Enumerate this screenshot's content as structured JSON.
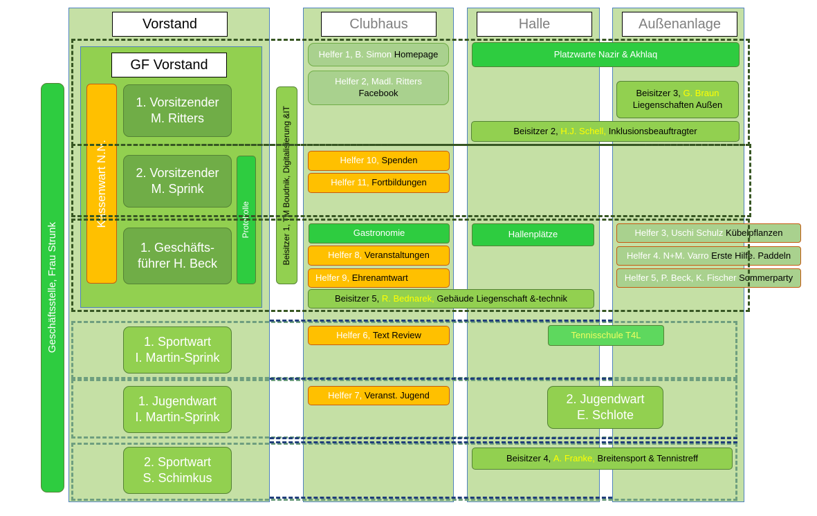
{
  "headers": {
    "vorstand": "Vorstand",
    "clubhaus": "Clubhaus",
    "halle": "Halle",
    "aussenanlage": "Außenanlage",
    "gf_vorstand": "GF Vorstand"
  },
  "vertical": {
    "geschaeftsstelle": "Geschäftsstelle, Frau Strunk",
    "kassenwart": "Kassenwart N.N.",
    "protokolle": "Protokolle",
    "beisitzer1": "Beisitzer 1, TM Boudnik, Digitalisierung &IT"
  },
  "vorstand_boxes": {
    "vorsitzender1_l1": "1. Vorsitzender",
    "vorsitzender1_l2": "M. Ritters",
    "vorsitzender2_l1": "2. Vorsitzender",
    "vorsitzender2_l2": "M. Sprink",
    "gf_l1": "1. Geschäfts-",
    "gf_l2": "führer H. Beck",
    "sportwart1_l1": "1. Sportwart",
    "sportwart1_l2": "I. Martin-Sprink",
    "jugendwart1_l1": "1. Jugendwart",
    "jugendwart1_l2": "I. Martin-Sprink",
    "sportwart2_l1": "2. Sportwart",
    "sportwart2_l2": "S. Schimkus"
  },
  "clubhaus": {
    "helfer1_a": "Helfer 1, B. Simon",
    "helfer1_b": "Homepage",
    "helfer2_a": "Helfer 2, Madl.  Ritters",
    "helfer2_b": "Facebook",
    "helfer10_a": "Helfer 10,",
    "helfer10_b": "Spenden",
    "helfer11_a": "Helfer 11,",
    "helfer11_b": "Fortbildungen",
    "gastronomie": "Gastronomie",
    "helfer8_a": "Helfer 8,",
    "helfer8_b": "Veranstaltungen",
    "helfer9_a": "Helfer 9,",
    "helfer9_b": "Ehrenamtwart",
    "beisitzer5_a": "Beisitzer 5,",
    "beisitzer5_b": "R. Bednarek,",
    "beisitzer5_c": "Gebäude Liegenschaft &-technik",
    "helfer6_a": "Helfer 6,",
    "helfer6_b": "Text Review",
    "helfer7_a": "Helfer 7,",
    "helfer7_b": "Veranst. Jugend"
  },
  "halle": {
    "platzwarte": "Platzwarte Nazir & Akhlaq",
    "beisitzer2_a": "Beisitzer 2,",
    "beisitzer2_b": "H.J. Schell,",
    "beisitzer2_c": "Inklusionsbeauftragter",
    "hallenplaetze": "Hallenplätze",
    "tennisschule": "Tennisschule T4L",
    "jugendwart2_l1": "2. Jugendwart",
    "jugendwart2_l2": "E. Schlote",
    "beisitzer4_a": "Beisitzer 4,",
    "beisitzer4_b": "A. Franke,",
    "beisitzer4_c": "Breitensport & Tennistreff"
  },
  "aussen": {
    "beisitzer3_a": "Beisitzer 3,",
    "beisitzer3_b": "G. Braun",
    "beisitzer3_c": "Liegenschaften Außen",
    "helfer3_a": "Helfer 3, Uschi Schulz",
    "helfer3_b": "Kübelpflanzen",
    "helfer4_a": "Helfer 4. N+M. Varro",
    "helfer4_b": "Erste Hilfe. Paddeln",
    "helfer5_a": "Helfer 5, P. Beck, K. Fischer",
    "helfer5_b": "Sommerparty"
  },
  "colors": {
    "column": "#c5e0a5",
    "dark_green": "#70ad47",
    "light_green": "#92d050",
    "bright_green": "#2ecc40",
    "orange": "#ffc000",
    "yellow_text": "#ffff00"
  }
}
